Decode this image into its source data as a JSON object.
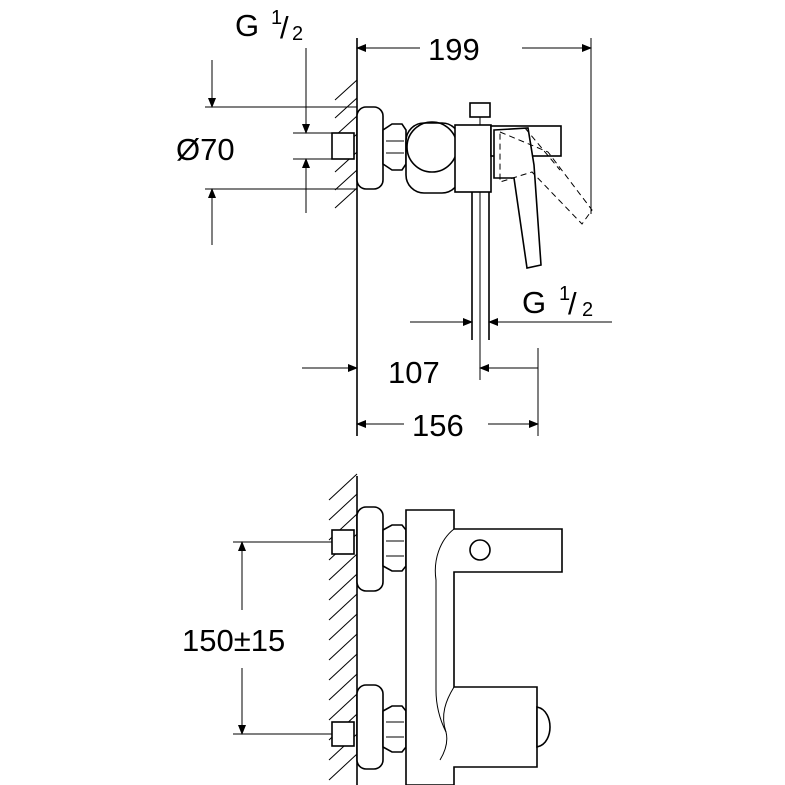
{
  "colors": {
    "line": "#000000",
    "background": "#ffffff"
  },
  "top_view": {
    "thread_left": {
      "g": "G",
      "num": "1",
      "den": "2"
    },
    "thread_right": {
      "g": "G",
      "num": "1",
      "den": "2"
    },
    "diameter": "Ø70",
    "width_total": "199",
    "depth_outlet": "107",
    "depth_body": "156"
  },
  "front_view": {
    "spacing": "150±15"
  }
}
